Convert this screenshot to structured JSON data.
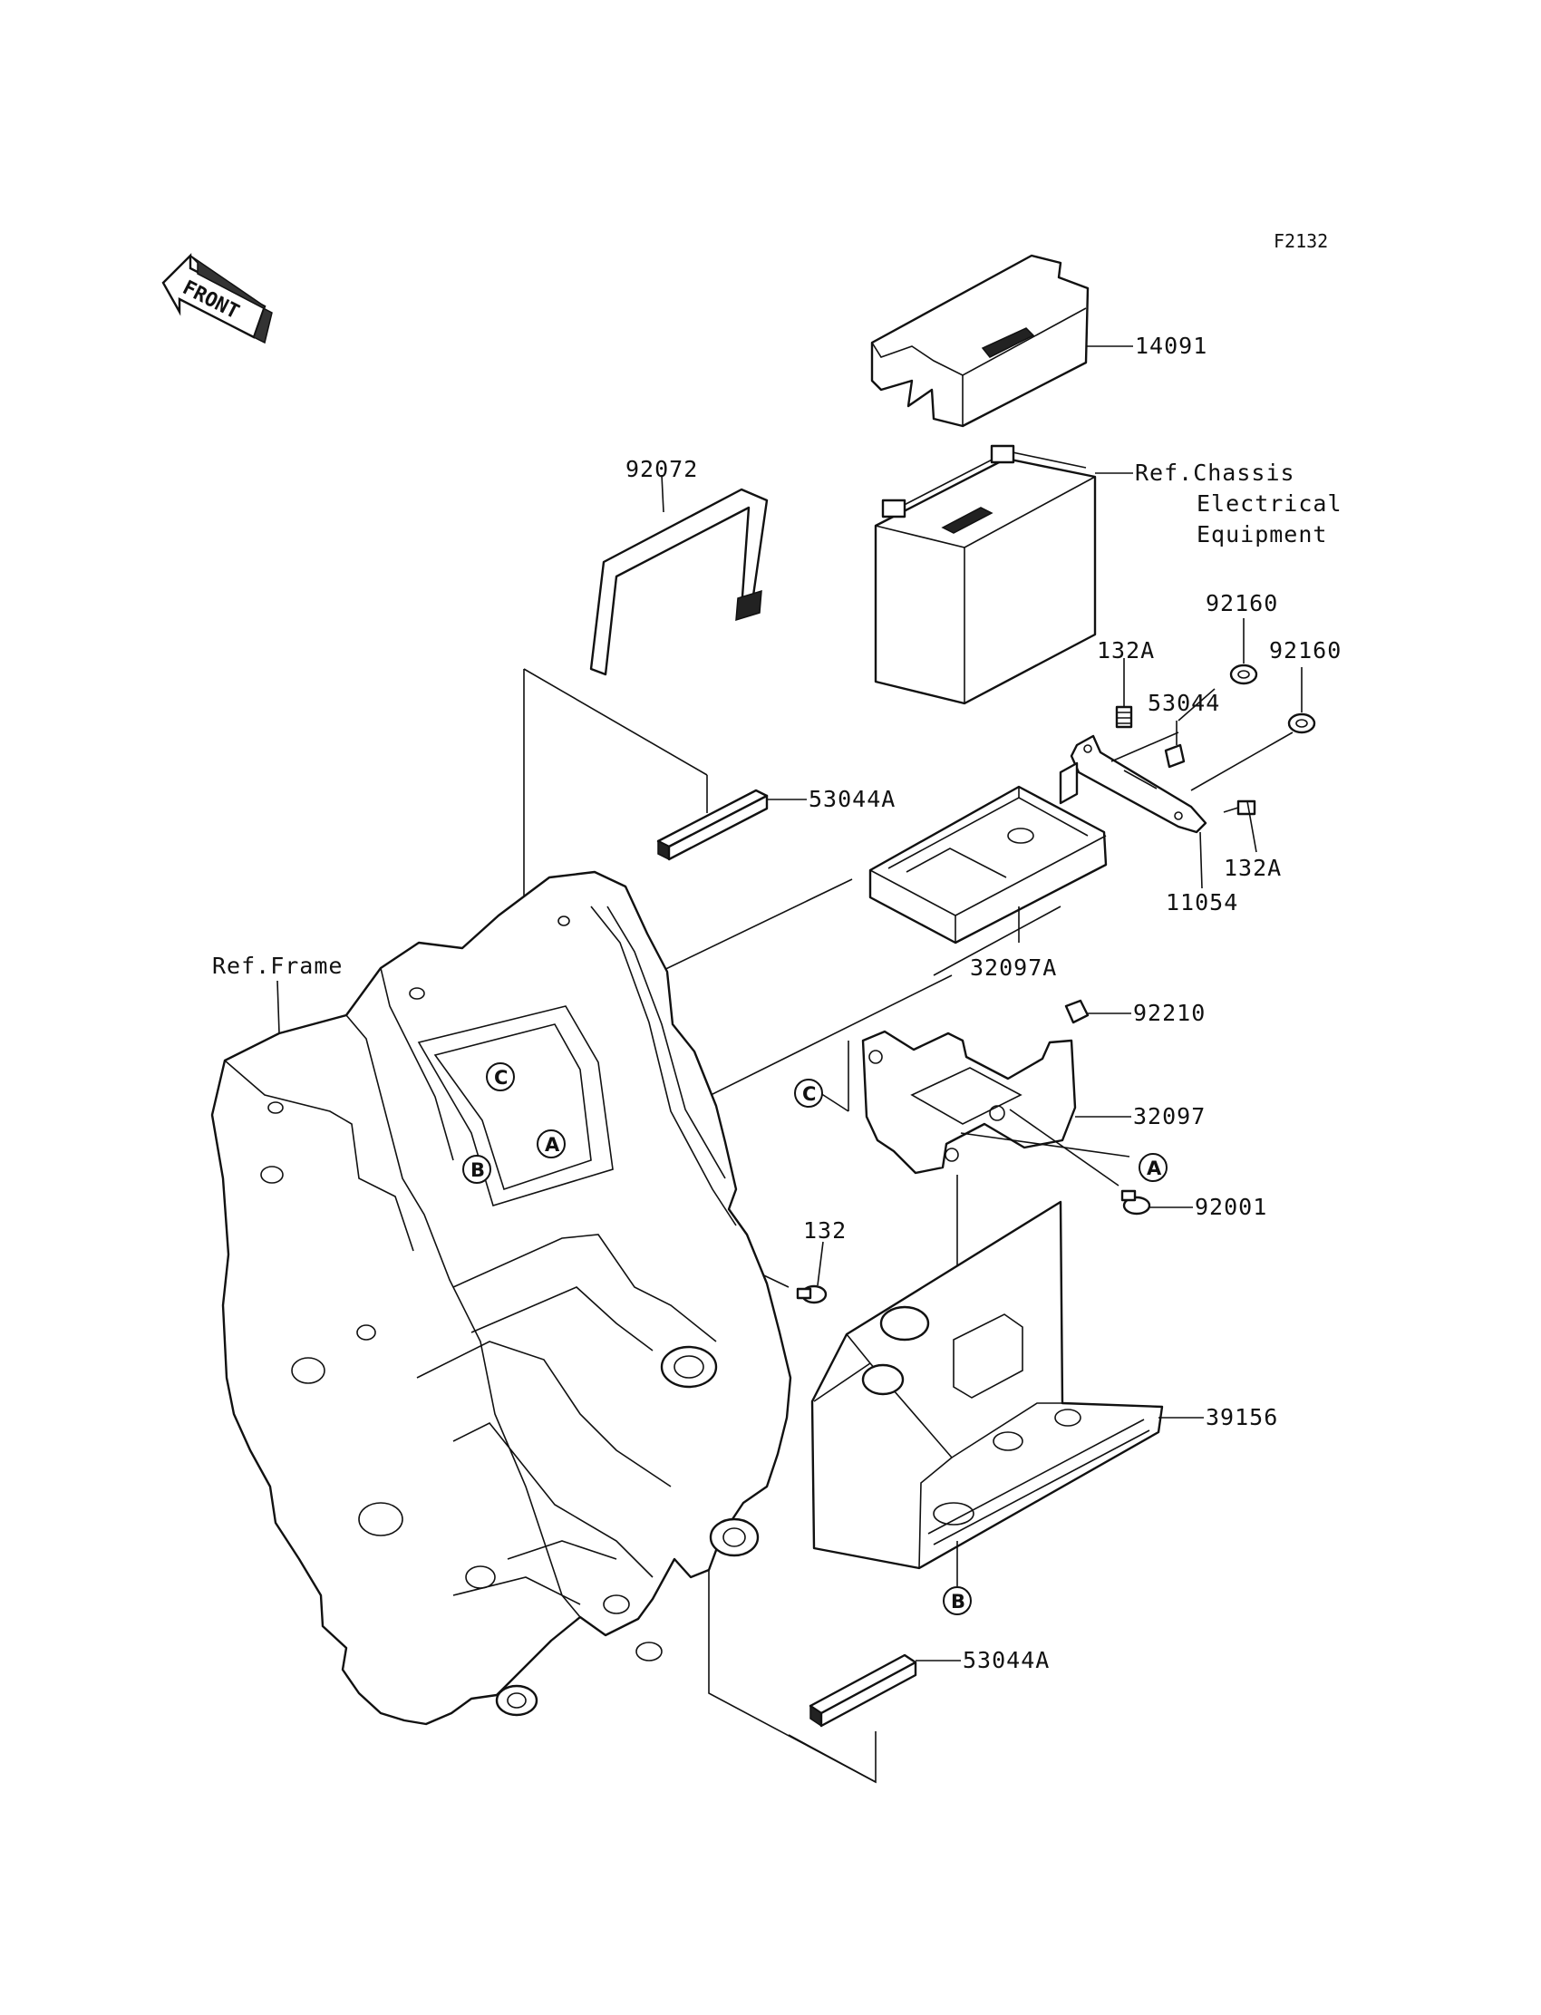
{
  "diagram_code": "F2132",
  "front_marker": "FRONT",
  "parts": {
    "p14091": "14091",
    "p92072": "92072",
    "p92160a": "92160",
    "p92160b": "92160",
    "p132A_top": "132A",
    "p53044": "53044",
    "p53044A_top": "53044A",
    "p132A_right": "132A",
    "p11054": "11054",
    "p32097A": "32097A",
    "p92210": "92210",
    "p32097": "32097",
    "p92001": "92001",
    "p132": "132",
    "p39156": "39156",
    "p53044A_bottom": "53044A"
  },
  "references": {
    "chassis_line1": "Ref.Chassis",
    "chassis_line2": "Electrical",
    "chassis_line3": "Equipment",
    "frame": "Ref.Frame"
  },
  "callouts": {
    "a": "A",
    "b": "B",
    "c": "C"
  }
}
